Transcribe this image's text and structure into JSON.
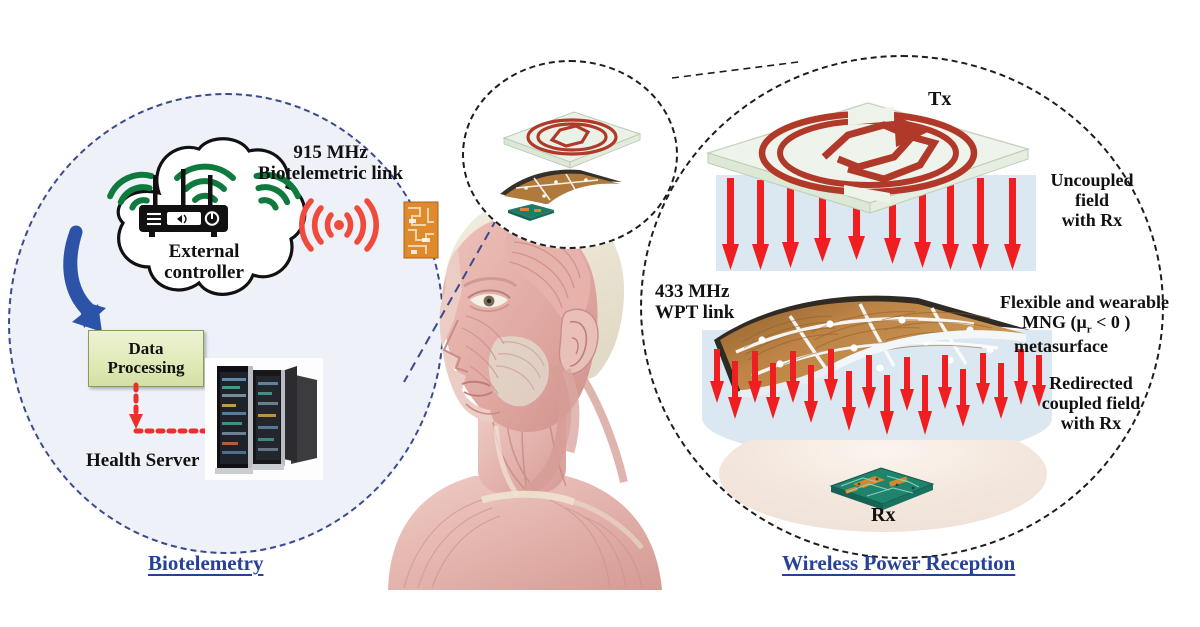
{
  "figure": {
    "title_left": "Biotelemetry",
    "title_right": "Wireless Power Reception"
  },
  "left_panel": {
    "cloud_label_line1": "External",
    "cloud_label_line2": "controller",
    "link_label_line1": "915 MHz",
    "link_label_line2": "Biotelemetric link",
    "data_box_line1": "Data",
    "data_box_line2": "Processing",
    "server_label": "Health Server",
    "icons": {
      "router": "router-icon",
      "wifi_waves": "wifi-wave-icon",
      "rf_waves": "rf-wave-icon",
      "blue_arrow": "curved-blue-arrow-icon",
      "server": "server-rack-icon",
      "pcb": "orange-pcb-icon"
    },
    "colors": {
      "ellipse_fill": "#eef1f8",
      "ellipse_border": "#3a4a8c",
      "wifi_green": "#0f7a3d",
      "rf_red": "#f04a3c",
      "arrow_blue": "#2c53a8",
      "data_box_fill": "#dfe9b7",
      "dotted_arrow_red": "#e8312a"
    }
  },
  "right_panel": {
    "tx_label": "Tx",
    "rx_label": "Rx",
    "link_label_line1": "433 MHz",
    "link_label_line2": "WPT link",
    "uncoupled_line1": "Uncoupled",
    "uncoupled_line2": "field",
    "uncoupled_line3": "with Rx",
    "metasurface_line1": "Flexible and wearable",
    "metasurface_line2": "MNG (μ",
    "metasurface_line2_sub": "r",
    "metasurface_line2_tail": " < 0 )",
    "metasurface_line3": "metasurface",
    "redirected_line1": "Redirected",
    "redirected_line2": "coupled field",
    "redirected_line3": "with Rx",
    "icons": {
      "tx_antenna": "tx-spiral-antenna-icon",
      "metasurface": "mng-metasurface-icon",
      "rx_chip": "rx-pcb-chip-icon",
      "field_arrow": "downward-field-arrow-icon"
    },
    "colors": {
      "circle_border": "#1d1d1d",
      "field_fill": "#dbe8f1",
      "arrow_red": "#ef1f21",
      "tx_trace": "#b03a28",
      "tx_substrate": "#e7efe2",
      "metasurface_copper": "#b07a3c",
      "rx_pcb": "#1f7a66"
    },
    "arrow_counts": {
      "uncoupled_field": 11,
      "redirected_field": 23
    }
  },
  "center": {
    "subject": "human-head-anatomy-image",
    "inset": {
      "label": "zoom-inset-circle",
      "contents": [
        "tx-spiral-antenna-icon",
        "mng-metasurface-icon",
        "rx-pcb-chip-icon"
      ]
    }
  }
}
